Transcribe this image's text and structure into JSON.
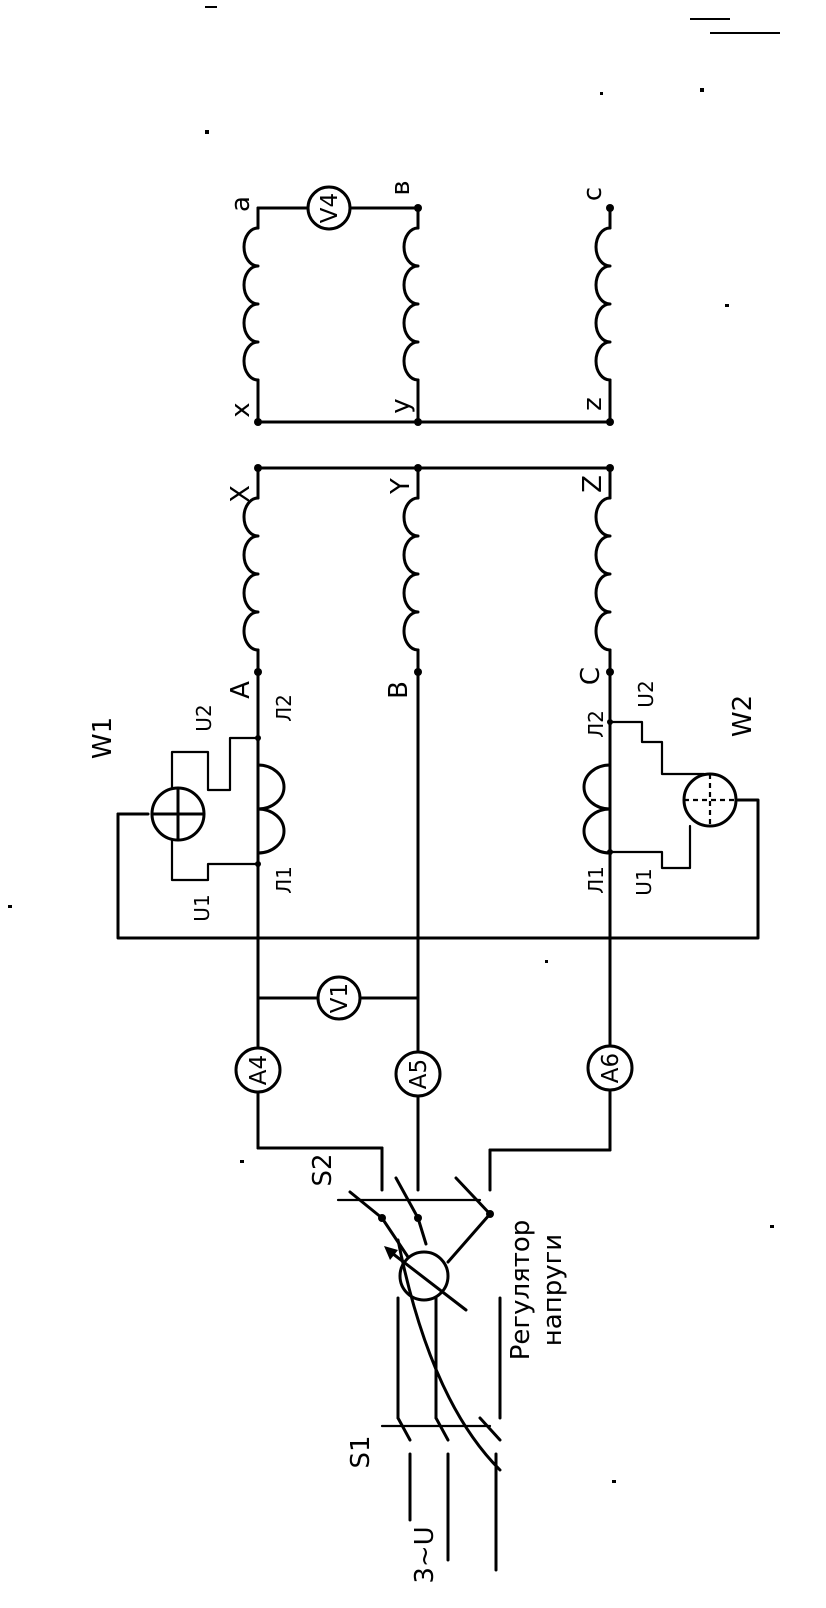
{
  "supply": {
    "label": "3~U",
    "switch1": "S1",
    "switch2": "S2"
  },
  "regulator": {
    "line1": "Регулятор",
    "line2": "напруги"
  },
  "ammeters": [
    "A4",
    "A5",
    "A6"
  ],
  "voltmeters": {
    "input": "V1",
    "output": "V4"
  },
  "wattmeters": [
    "W1",
    "W2"
  ],
  "wattmeter_terminals": {
    "u1": "U1",
    "u2": "U2",
    "l1": "Л1",
    "l2": "Л2"
  },
  "primary_start": [
    "A",
    "B",
    "C"
  ],
  "primary_end": [
    "X",
    "Y",
    "Z"
  ],
  "secondary_start": [
    "a",
    "в",
    "c"
  ],
  "secondary_end": [
    "x",
    "y",
    "z"
  ]
}
